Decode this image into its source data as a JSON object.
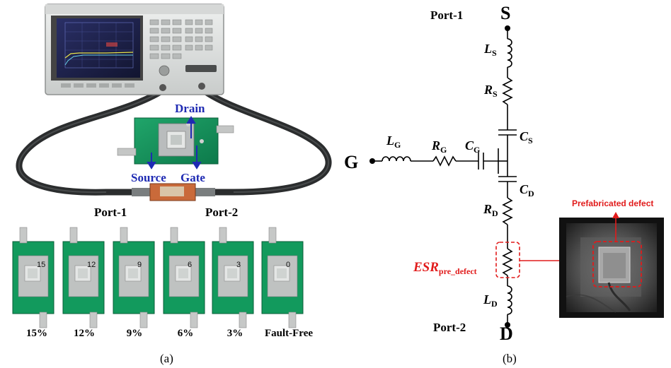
{
  "panel_a": {
    "caption": "(a)",
    "annotations": {
      "drain": "Drain",
      "source": "Source",
      "gate": "Gate",
      "port1": "Port-1",
      "port2": "Port-2"
    },
    "samples": [
      "15%",
      "12%",
      "9%",
      "6%",
      "3%",
      "Fault-Free"
    ],
    "board_marks": [
      "15",
      "12",
      "9",
      "6",
      "3",
      "0"
    ]
  },
  "panel_b": {
    "caption": "(b)",
    "terminals": {
      "source": "S",
      "gate": "G",
      "drain": "D"
    },
    "ports": {
      "top": "Port-1",
      "bottom": "Port-2"
    },
    "components": [
      {
        "base": "L",
        "sub": "S"
      },
      {
        "base": "R",
        "sub": "S"
      },
      {
        "base": "C",
        "sub": "S"
      },
      {
        "base": "L",
        "sub": "G"
      },
      {
        "base": "R",
        "sub": "G"
      },
      {
        "base": "C",
        "sub": "G"
      },
      {
        "base": "C",
        "sub": "D"
      },
      {
        "base": "R",
        "sub": "D"
      },
      {
        "base": "L",
        "sub": "D"
      }
    ],
    "esr_label": {
      "base": "ESR",
      "sub": "pre_defect"
    },
    "defect_label": "Prefabricated defect",
    "colors": {
      "defect": "#e11b1b",
      "annotation": "#1f2bb3"
    }
  }
}
